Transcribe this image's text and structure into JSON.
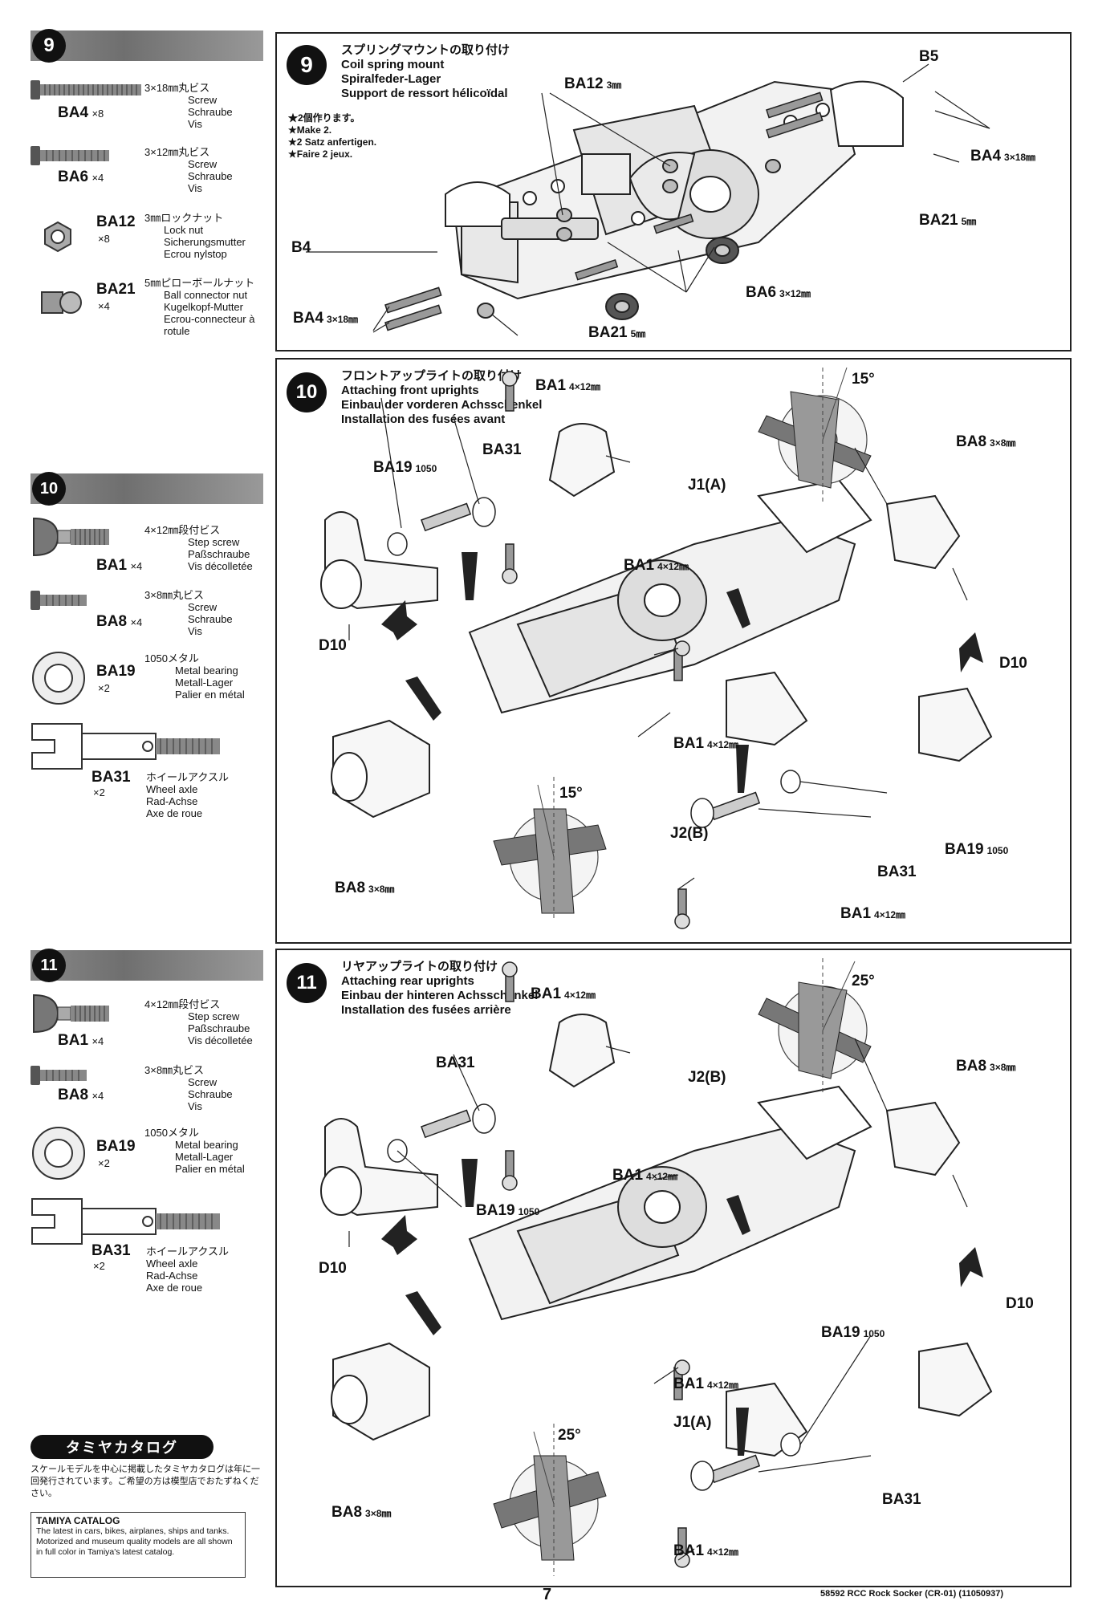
{
  "step9": {
    "number": "9",
    "title_jp": "スプリングマウントの取り付け",
    "title_en": "Coil spring mount",
    "title_de": "Spiralfeder-Lager",
    "title_fr": "Support de ressort hélicoïdal",
    "notes": [
      "★2個作ります。",
      "★Make 2.",
      "★2 Satz anfertigen.",
      "★Faire 2 jeux."
    ],
    "parts": [
      {
        "code": "BA4",
        "qty": "×8",
        "jp": "3×18㎜丸ビス",
        "en": "Screw",
        "de": "Schraube",
        "fr": "Vis"
      },
      {
        "code": "BA6",
        "qty": "×4",
        "jp": "3×12㎜丸ビス",
        "en": "Screw",
        "de": "Schraube",
        "fr": "Vis"
      },
      {
        "code": "BA12",
        "qty": "×8",
        "jp": "3㎜ロックナット",
        "en": "Lock nut",
        "de": "Sicherungsmutter",
        "fr": "Ecrou nylstop"
      },
      {
        "code": "BA21",
        "qty": "×4",
        "jp": "5㎜ピローボールナット",
        "en": "Ball connector nut",
        "de": "Kugelkopf-Mutter",
        "fr": "Ecrou-connecteur à rotule"
      }
    ],
    "labels": {
      "ba12": "BA12",
      "ba12_size": "3㎜",
      "b5": "B5",
      "ba4_right": "BA4",
      "ba4_right_size": "3×18㎜",
      "ba21_right": "BA21",
      "ba21_right_size": "5㎜",
      "b4": "B4",
      "ba6": "BA6",
      "ba6_size": "3×12㎜",
      "ba4_left": "BA4",
      "ba4_left_size": "3×18㎜",
      "ba21_bottom": "BA21",
      "ba21_bottom_size": "5㎜"
    }
  },
  "step10": {
    "number": "10",
    "title_jp": "フロントアップライトの取り付け",
    "title_en": "Attaching front uprights",
    "title_de": "Einbau der vorderen Achsschenkel",
    "title_fr": "Installation des fusées avant",
    "parts": [
      {
        "code": "BA1",
        "qty": "×4",
        "jp": "4×12㎜段付ビス",
        "en": "Step screw",
        "de": "Paßschraube",
        "fr": "Vis décolletée"
      },
      {
        "code": "BA8",
        "qty": "×4",
        "jp": "3×8㎜丸ビス",
        "en": "Screw",
        "de": "Schraube",
        "fr": "Vis"
      },
      {
        "code": "BA19",
        "qty": "×2",
        "jp": "1050メタル",
        "en": "Metal bearing",
        "de": "Metall-Lager",
        "fr": "Palier en métal"
      },
      {
        "code": "BA31",
        "qty": "×2",
        "jp": "ホイールアクスル",
        "en": "Wheel axle",
        "de": "Rad-Achse",
        "fr": "Axe de roue"
      }
    ],
    "labels": {
      "ba1_top": "BA1",
      "ba1_top_size": "4×12㎜",
      "angle_top": "15°",
      "ba31_top": "BA31",
      "ba19_top": "BA19",
      "ba19_top_size": "1050",
      "j1a": "J1(A)",
      "ba8_top": "BA8",
      "ba8_top_size": "3×8㎜",
      "ba1_mid": "BA1",
      "ba1_mid_size": "4×12㎜",
      "d10_left": "D10",
      "d10_right": "D10",
      "angle_bottom": "15°",
      "ba1_right": "BA1",
      "ba1_right_size": "4×12㎜",
      "j2b": "J2(B)",
      "ba19_right": "BA19",
      "ba19_right_size": "1050",
      "ba31_right": "BA31",
      "ba8_bottom": "BA8",
      "ba8_bottom_size": "3×8㎜",
      "ba1_bottom": "BA1",
      "ba1_bottom_size": "4×12㎜"
    }
  },
  "step11": {
    "number": "11",
    "title_jp": "リヤアップライトの取り付け",
    "title_en": "Attaching rear uprights",
    "title_de": "Einbau der hinteren Achsschenkel",
    "title_fr": "Installation des fusées arrière",
    "parts": [
      {
        "code": "BA1",
        "qty": "×4",
        "jp": "4×12㎜段付ビス",
        "en": "Step screw",
        "de": "Paßschraube",
        "fr": "Vis décolletée"
      },
      {
        "code": "BA8",
        "qty": "×4",
        "jp": "3×8㎜丸ビス",
        "en": "Screw",
        "de": "Schraube",
        "fr": "Vis"
      },
      {
        "code": "BA19",
        "qty": "×2",
        "jp": "1050メタル",
        "en": "Metal bearing",
        "de": "Metall-Lager",
        "fr": "Palier en métal"
      },
      {
        "code": "BA31",
        "qty": "×2",
        "jp": "ホイールアクスル",
        "en": "Wheel axle",
        "de": "Rad-Achse",
        "fr": "Axe de roue"
      }
    ],
    "labels": {
      "ba1_top": "BA1",
      "ba1_top_size": "4×12㎜",
      "angle_top": "25°",
      "ba31_top": "BA31",
      "j2b": "J2(B)",
      "ba8_top": "BA8",
      "ba8_top_size": "3×8㎜",
      "ba1_mid": "BA1",
      "ba1_mid_size": "4×12㎜",
      "ba19_mid": "BA19",
      "ba19_mid_size": "1050",
      "d10_left": "D10",
      "d10_right": "D10",
      "ba19_right": "BA19",
      "ba19_right_size": "1050",
      "ba1_right": "BA1",
      "ba1_right_size": "4×12㎜",
      "j1a": "J1(A)",
      "angle_bottom": "25°",
      "ba31_right": "BA31",
      "ba8_bottom": "BA8",
      "ba8_bottom_size": "3×8㎜",
      "ba1_bottom": "BA1",
      "ba1_bottom_size": "4×12㎜"
    }
  },
  "catalog": {
    "badge": "タミヤカタログ",
    "jp_text": "スケールモデルを中心に掲載したタミヤカタログは年に一回発行されています。ご希望の方は模型店でおたずねください。",
    "en_title": "TAMIYA CATALOG",
    "en_text": "The latest in cars, bikes, airplanes, ships and tanks. Motorized and museum quality models are all shown in full color in Tamiya's latest catalog."
  },
  "footer": {
    "page_number": "7",
    "product": "58592 RCC Rock Socker (CR-01) (11050937)"
  }
}
